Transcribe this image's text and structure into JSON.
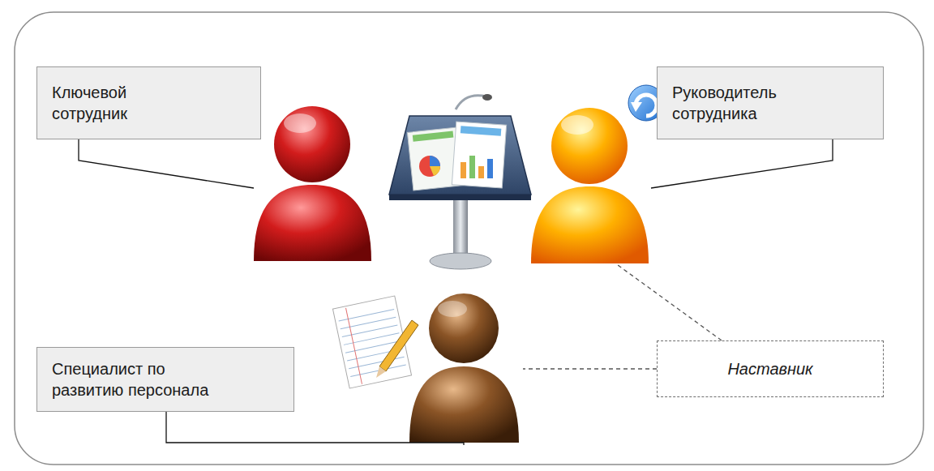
{
  "diagram": {
    "nodes": [
      {
        "text": [
          "Ключевой сотрудник"
        ]
      },
      {
        "text": [
          "Руководитель сотрудника"
        ]
      },
      {
        "text": [
          "Специалист по развитию персонала"
        ]
      },
      {
        "text": [
          "Наставник"
        ]
      }
    ]
  }
}
